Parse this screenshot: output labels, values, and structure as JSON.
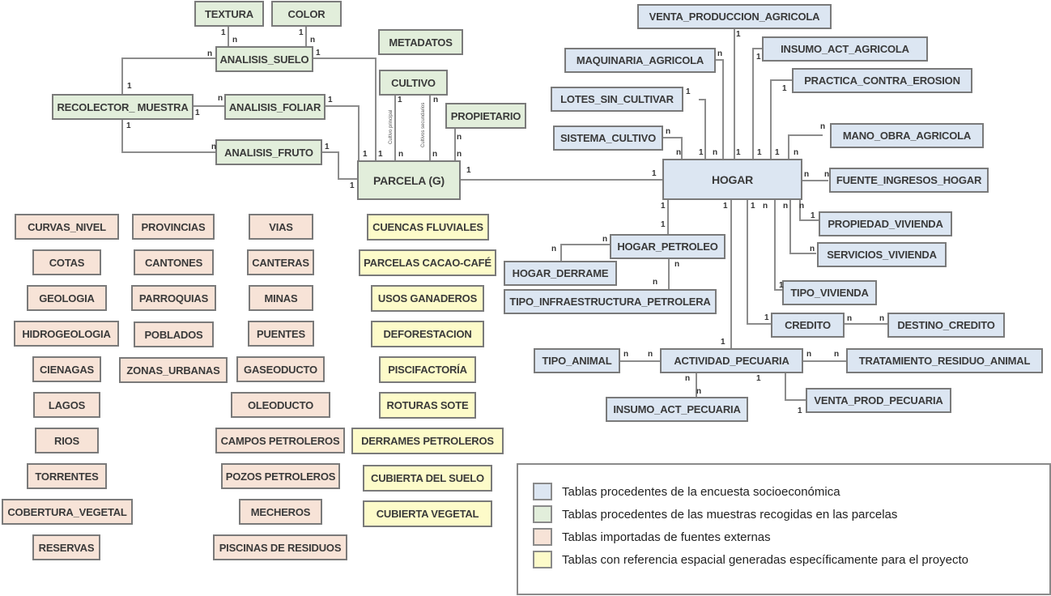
{
  "entities": {
    "textura": "TEXTURA",
    "color": "COLOR",
    "analisis_suelo": "ANALISIS_SUELO",
    "metadatos": "METADATOS",
    "recolector_muestra": "RECOLECTOR_ MUESTRA",
    "analisis_foliar": "ANALISIS_FOLIAR",
    "cultivo": "CULTIVO",
    "propietario": "PROPIETARIO",
    "analisis_fruto": "ANALISIS_FRUTO",
    "parcela": "PARCELA (G)",
    "venta_produccion_agricola": "VENTA_PRODUCCION_AGRICOLA",
    "maquinaria_agricola": "MAQUINARIA_AGRICOLA",
    "insumo_act_agricola": "INSUMO_ACT_AGRICOLA",
    "practica_contra_erosion": "PRACTICA_CONTRA_EROSION",
    "lotes_sin_cultivar": "LOTES_SIN_CULTIVAR",
    "sistema_cultivo": "SISTEMA_CULTIVO",
    "mano_obra_agricola": "MANO_OBRA_AGRICOLA",
    "hogar": "HOGAR",
    "fuente_ingresos_hogar": "FUENTE_INGRESOS_HOGAR",
    "propiedad_vivienda": "PROPIEDAD_VIVIENDA",
    "hogar_petroleo": "HOGAR_PETROLEO",
    "servicios_vivienda": "SERVICIOS_VIVIENDA",
    "hogar_derrame": "HOGAR_DERRAME",
    "tipo_infraestructura_petrolera": "TIPO_INFRAESTRUCTURA_PETROLERA",
    "tipo_vivienda": "TIPO_VIVIENDA",
    "credito": "CREDITO",
    "destino_credito": "DESTINO_CREDITO",
    "tipo_animal": "TIPO_ANIMAL",
    "actividad_pecuaria": "ACTIVIDAD_PECUARIA",
    "tratamiento_residuo_animal": "TRATAMIENTO_RESIDUO_ANIMAL",
    "insumo_act_pecuaria": "INSUMO_ACT_PECUARIA",
    "venta_prod_pecuaria": "VENTA_PROD_PECUARIA"
  },
  "external_tables": {
    "col1": [
      "CURVAS_NIVEL",
      "COTAS",
      "GEOLOGIA",
      "HIDROGEOLOGIA",
      "CIENAGAS",
      "LAGOS",
      "RIOS",
      "TORRENTES",
      "COBERTURA_VEGETAL",
      "RESERVAS"
    ],
    "col2": [
      "PROVINCIAS",
      "CANTONES",
      "PARROQUIAS",
      "POBLADOS",
      "ZONAS_URBANAS"
    ],
    "col3": [
      "VIAS",
      "CANTERAS",
      "MINAS",
      "PUENTES",
      "GASEODUCTO",
      "OLEODUCTO",
      "CAMPOS PETROLEROS",
      "POZOS PETROLEROS",
      "MECHEROS",
      "PISCINAS DE RESIDUOS"
    ]
  },
  "spatial_tables": [
    "CUENCAS FLUVIALES",
    "PARCELAS CACAO-CAFÉ",
    "USOS GANADEROS",
    "DEFORESTACION",
    "PISCIFACTORÍA",
    "ROTURAS SOTE",
    "DERRAMES PETROLEROS",
    "CUBIERTA DEL SUELO",
    "CUBIERTA VEGETAL"
  ],
  "relation_labels": {
    "cultivo_principal": "Cultivo principal",
    "cultivos_secundarios": "Cultivos secundarios"
  },
  "cardinality": {
    "one": "1",
    "many": "n"
  },
  "legend": {
    "items": [
      {
        "label": "Tablas procedentes de la encuesta socioeconómica",
        "color": "#dce6f2"
      },
      {
        "label": "Tablas procedentes de las muestras recogidas en las parcelas",
        "color": "#e2eedb"
      },
      {
        "label": "Tablas importadas de fuentes externas",
        "color": "#f7e3d7"
      },
      {
        "label": "Tablas con referencia espacial generadas específicamente para el proyecto",
        "color": "#fdfbc9"
      }
    ]
  }
}
